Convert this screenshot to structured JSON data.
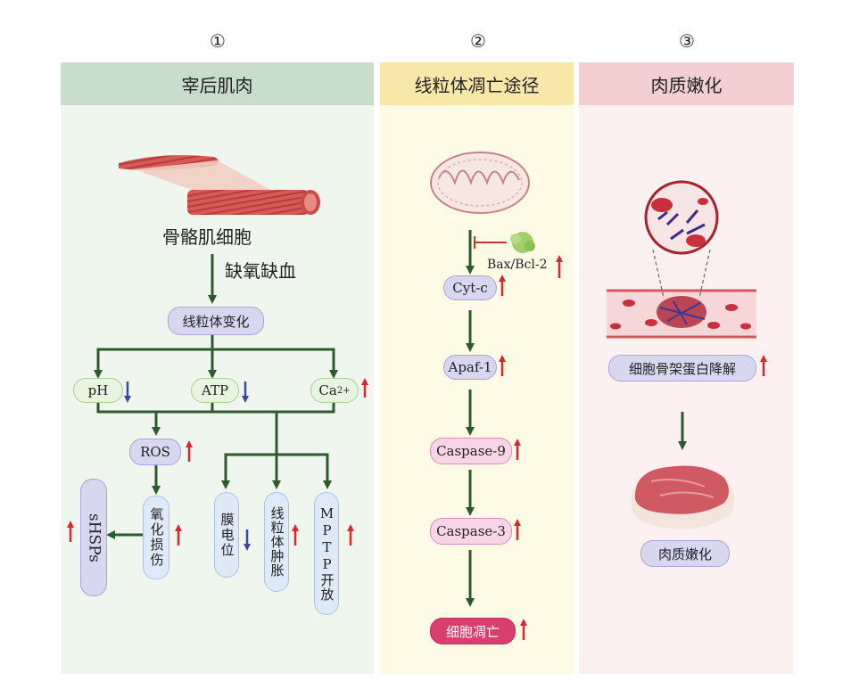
{
  "panels": [
    {
      "num": "①",
      "title": "宰后肌肉",
      "bg": "#eef6ee",
      "head_bg": "#c9ddcb"
    },
    {
      "num": "②",
      "title": "线粒体凋亡途径",
      "bg": "#fdfae5",
      "head_bg": "#f7e8a9"
    },
    {
      "num": "③",
      "title": "肉质嫩化",
      "bg": "#fdf0f1",
      "head_bg": "#f3cfd2"
    }
  ],
  "panel1": {
    "muscle_label": "骨骼肌细胞",
    "ischemia_label": "缺氧缺血",
    "mito_change": "线粒体变化",
    "ph": "pH",
    "atp": "ATP",
    "ca": "Ca",
    "ca_sup": "2+",
    "ros": "ROS",
    "oxidative": "氧化损伤",
    "shsps": "sHSPs",
    "membrane": "膜电位",
    "swelling": "线粒体肿胀",
    "mptp": "MPTP开放"
  },
  "panel2": {
    "bax": "Bax/Bcl-2",
    "cytc": "Cyt-c",
    "apaf": "Apaf-1",
    "casp9": "Caspase-9",
    "casp3": "Caspase-3",
    "apoptosis": "细胞凋亡"
  },
  "panel3": {
    "degrade": "细胞骨架蛋白降解",
    "tender": "肉质嫩化"
  },
  "colors": {
    "up_arrow": "#d8272d",
    "down_arrow": "#3b46a8",
    "flow_arrow": "#2c5a2c"
  }
}
